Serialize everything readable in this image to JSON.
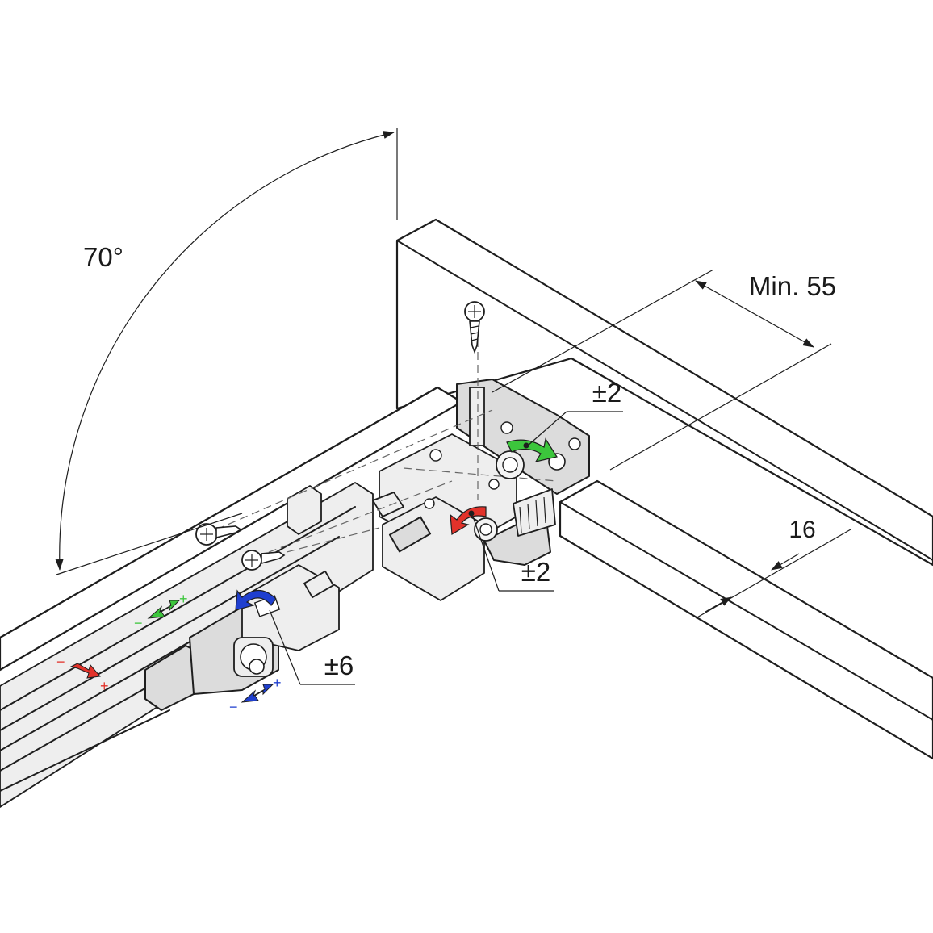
{
  "labels": {
    "angle": "70°",
    "min_distance": "Min. 55",
    "adjust_green": "±2",
    "adjust_red": "±2",
    "adjust_blue": "±6",
    "thickness": "16"
  },
  "sign_marks": {
    "green_minus": "−",
    "green_plus": "+",
    "red_minus": "−",
    "red_plus": "+",
    "blue_minus": "−",
    "blue_plus": "+"
  },
  "colors": {
    "line": "#1e1e1e",
    "green_adjust": "#3cc63c",
    "red_adjust": "#e2322a",
    "blue_adjust": "#1f3fcf",
    "part_fill": "#dcdcdc"
  },
  "icons": [
    "screw-icon",
    "cam-adjuster-icon",
    "curved-arrow-icon",
    "double-arrow-icon"
  ]
}
